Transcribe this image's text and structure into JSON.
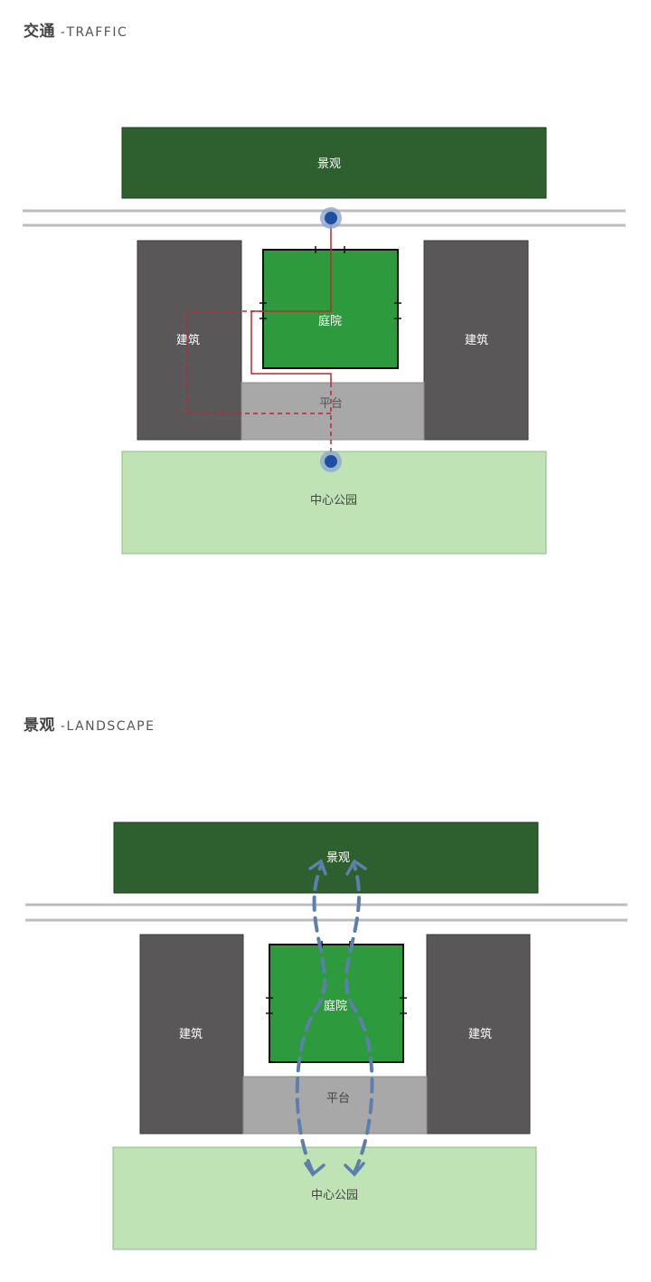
{
  "traffic": {
    "title_zh": "交通",
    "title_en": "-TRAFFIC",
    "labels": {
      "landscape": "景观",
      "building_left": "建筑",
      "building_right": "建筑",
      "courtyard": "庭院",
      "platform": "平台",
      "park": "中心公园"
    }
  },
  "landscape": {
    "title_zh": "景观",
    "title_en": "-LANDSCAPE",
    "labels": {
      "landscape": "景观",
      "building_left": "建筑",
      "building_right": "建筑",
      "courtyard": "庭院",
      "platform": "平台",
      "park": "中心公园"
    }
  },
  "colors": {
    "dark_green": "#2e5f2e",
    "courtyard_green": "#2e9a3e",
    "light_green": "#bfe3b5",
    "building": "#595758",
    "platform": "#a8a8a8",
    "road": "#bdbdbd",
    "route": "#c0262d",
    "node": "#1f4fa0",
    "arrow": "#5d7fae"
  }
}
